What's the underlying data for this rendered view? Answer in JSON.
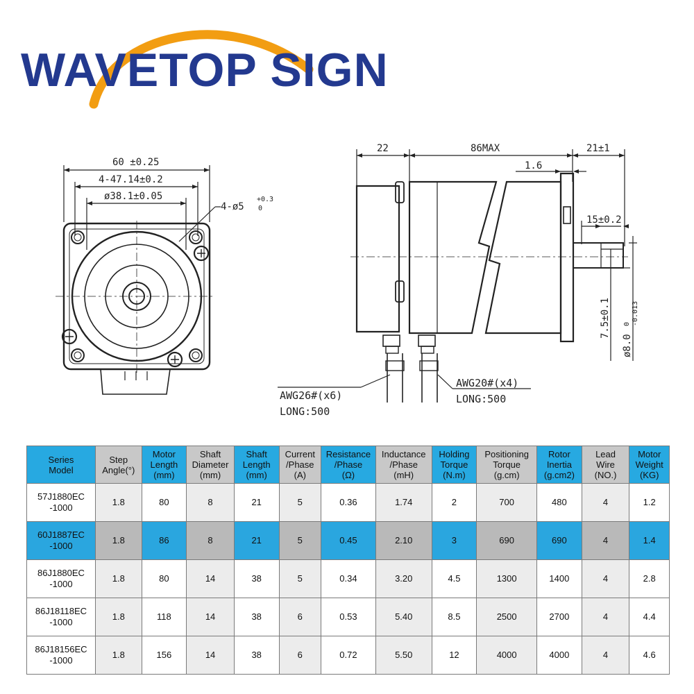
{
  "logo": {
    "text": "WAVETOP SIGN",
    "arc_color": "#f29d12",
    "text_color": "#23398f"
  },
  "front_view": {
    "dims": [
      "60 ±0.25",
      "4-47.14±0.2",
      "ø38.1±0.05",
      "4-ø5"
    ],
    "tol_upper": "+0.3",
    "tol_lower": "0"
  },
  "side_view": {
    "dims": [
      "22",
      "86MAX",
      "21±1",
      "1.6",
      "15±0.2",
      "7.5±0.1",
      "ø8.0"
    ],
    "shaft_tol_upper": "0",
    "shaft_tol_lower": "-0.013",
    "wires": [
      {
        "gauge": "AWG26#(x6)",
        "length": "LONG:500"
      },
      {
        "gauge": "AWG20#(x4)",
        "length": "LONG:500"
      }
    ]
  },
  "table": {
    "headers": [
      "Series\nModel",
      "Step\nAngle(°)",
      "Motor\nLength\n(mm)",
      "Shaft\nDiameter\n(mm)",
      "Shaft\nLength\n(mm)",
      "Current\n/Phase\n(A)",
      "Resistance\n/Phase\n(Ω)",
      "Inductance\n/Phase\n(mH)",
      "Holding\nTorque\n(N.m)",
      "Positioning\nTorque\n(g.cm)",
      "Rotor\nInertia\n(g.cm2)",
      "Lead\nWire\n(NO.)",
      "Motor\nWeight\n(KG)"
    ],
    "rows": [
      [
        "57J1880EC\n-1000",
        "1.8",
        "80",
        "8",
        "21",
        "5",
        "0.36",
        "1.74",
        "2",
        "700",
        "480",
        "4",
        "1.2"
      ],
      [
        "60J1887EC\n-1000",
        "1.8",
        "86",
        "8",
        "21",
        "5",
        "0.45",
        "2.10",
        "3",
        "690",
        "690",
        "4",
        "1.4"
      ],
      [
        "86J1880EC\n-1000",
        "1.8",
        "80",
        "14",
        "38",
        "5",
        "0.34",
        "3.20",
        "4.5",
        "1300",
        "1400",
        "4",
        "2.8"
      ],
      [
        "86J18118EC\n-1000",
        "1.8",
        "118",
        "14",
        "38",
        "6",
        "0.53",
        "5.40",
        "8.5",
        "2500",
        "2700",
        "4",
        "4.4"
      ],
      [
        "86J18156EC\n-1000",
        "1.8",
        "156",
        "14",
        "38",
        "6",
        "0.72",
        "5.50",
        "12",
        "4000",
        "4000",
        "4",
        "4.6"
      ]
    ],
    "highlight_row": 1,
    "header_color": "#27a9e1",
    "header_alt_color": "#c8c8c8"
  }
}
